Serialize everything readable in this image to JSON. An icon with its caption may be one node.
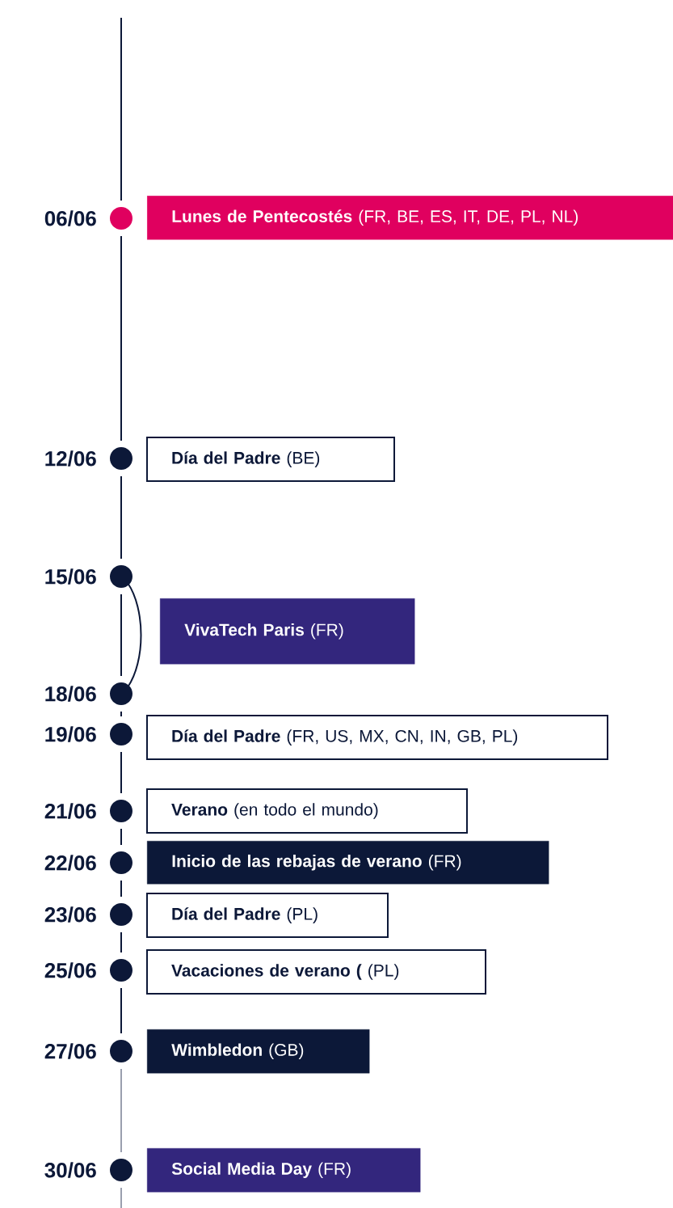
{
  "diagram": {
    "nodes": [
      {
        "text": [
          "**Lunes de Pentecostés**  (FR, BE, ES, IT, DE, PL, NL)"
        ]
      },
      {
        "text": [
          "**Día del Padre** (BE)"
        ]
      },
      {
        "text": [
          "**VivaTech Paris** (FR)"
        ]
      },
      {
        "text": [
          "**Día del Padre** (FR, US, MX, CN, IN, GB, PL)"
        ]
      },
      {
        "text": [
          "**Verano** (en todo el mundo)"
        ]
      },
      {
        "text": [
          "**Inicio de las rebajas de verano** (FR)"
        ]
      },
      {
        "text": [
          "**Día del Padre** (PL)"
        ]
      },
      {
        "text": [
          "**Vacaciones de verano (** (PL)"
        ]
      },
      {
        "text": [
          "**Wimbledon** (GB)"
        ]
      },
      {
        "text": [
          "**Social Media Day** (FR)"
        ]
      }
    ],
    "labels": [
      "06/06",
      "12/06",
      "15/06",
      "18/06",
      "19/06",
      "21/06",
      "22/06",
      "23/06",
      "25/06",
      "27/06",
      "30/06"
    ]
  }
}
